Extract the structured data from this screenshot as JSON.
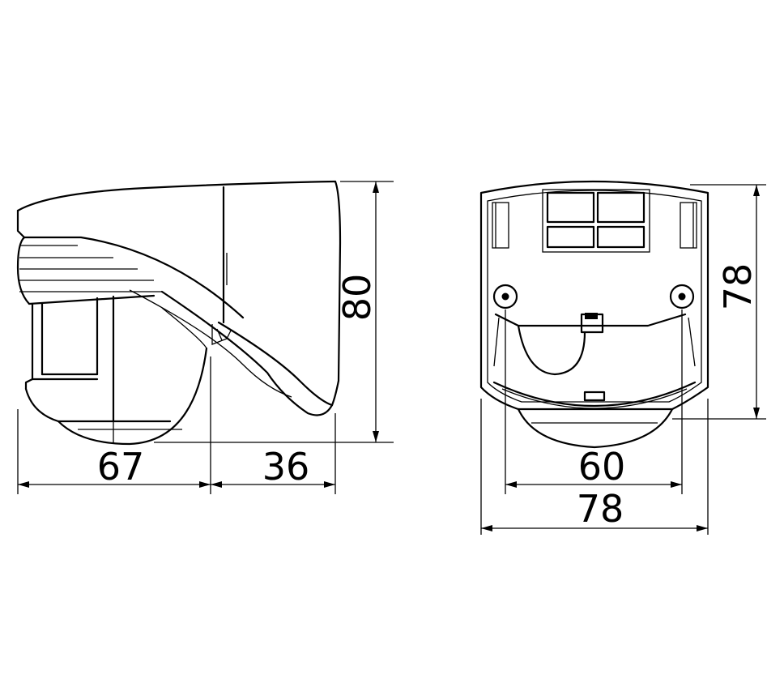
{
  "dimensions": {
    "side_width_front": "67",
    "side_width_back": "36",
    "side_height": "80",
    "rear_height": "78",
    "rear_hole_spacing": "60",
    "rear_width": "78"
  }
}
